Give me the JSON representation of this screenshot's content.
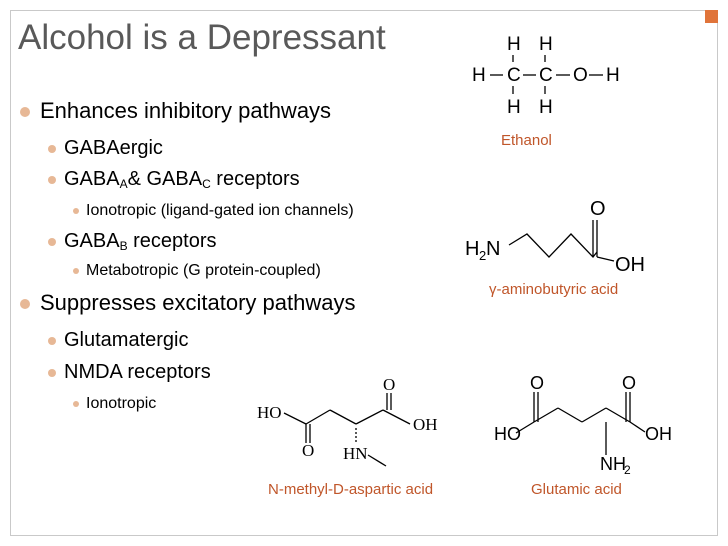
{
  "slide": {
    "title": "Alcohol is a Depressant",
    "accent_color": "#e0743a",
    "bullet_color": "#e7b896"
  },
  "bullets": {
    "b1": "Enhances inhibitory pathways",
    "b1_1": "GABAergic",
    "b1_2_gaba_a": "GABA",
    "b1_2_sub_a": "A",
    "b1_2_mid": "& GABA",
    "b1_2_sub_c": "C",
    "b1_2_end": " receptors",
    "b1_2_1": "Ionotropic (ligand-gated ion channels)",
    "b1_3_gaba": "GABA",
    "b1_3_sub": "B",
    "b1_3_end": " receptors",
    "b1_3_1": "Metabotropic (G protein-coupled)",
    "b2": "Suppresses excitatory pathways",
    "b2_1": "Glutamatergic",
    "b2_2": "NMDA receptors",
    "b2_2_1": "Ionotropic"
  },
  "molecules": {
    "ethanol": {
      "caption": "Ethanol",
      "atoms": {
        "h": "H",
        "c": "C",
        "o": "O"
      }
    },
    "gaba": {
      "caption_greek": "γ",
      "caption_rest": "-aminobutyric acid",
      "h2n_h": "H",
      "h2n_2": "2",
      "h2n_n": "N",
      "o": "O",
      "oh": "OH"
    },
    "nmda": {
      "caption": "N-methyl-D-aspartic acid",
      "ho": "HO",
      "o_left": "O",
      "o_right": "O",
      "oh": "OH",
      "hn": "HN"
    },
    "glutamic": {
      "caption": "Glutamic acid",
      "o_left": "O",
      "o_right": "O",
      "ho": "HO",
      "oh": "OH",
      "nh": "NH",
      "nh_2": "2"
    }
  }
}
